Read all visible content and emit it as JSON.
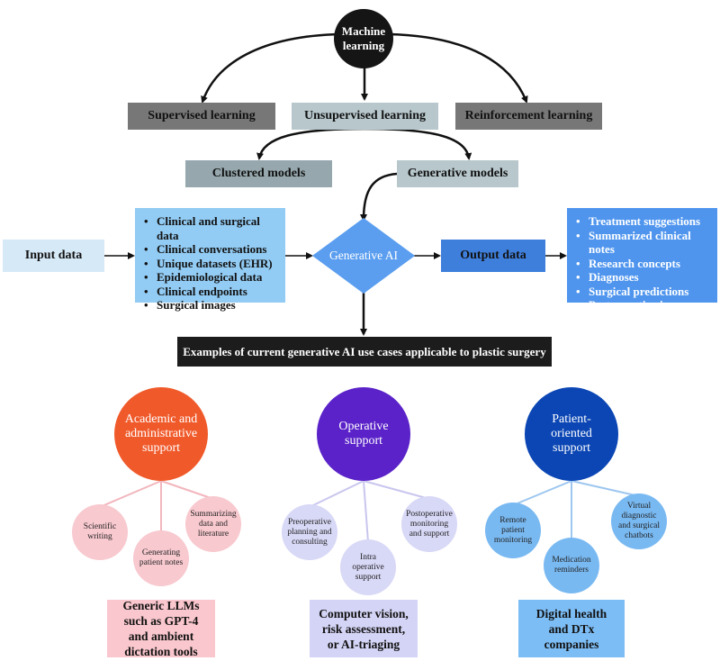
{
  "root": {
    "label": "Machine learning"
  },
  "types": {
    "supervised": "Supervised learning",
    "unsupervised": "Unsupervised learning",
    "reinforcement": "Reinforcement learning"
  },
  "models": {
    "clustered": "Clustered models",
    "generative": "Generative models"
  },
  "flow": {
    "input_label": "Input data",
    "input_items": [
      "Clinical and surgical data",
      "Clinical conversations",
      "Unique datasets (EHR)",
      "Epidemiological data",
      "Clinical endpoints",
      "Surgical images"
    ],
    "center_label": "Generative AI",
    "output_label": "Output data",
    "output_items": [
      "Treatment suggestions",
      "Summarized clinical notes",
      "Research concepts",
      "Diagnoses",
      "Surgical predictions",
      "Postoperative images"
    ]
  },
  "banner": "Examples of current generative AI use cases applicable to plastic surgery",
  "groups": [
    {
      "title": "Academic and administrative support",
      "color": "#f05a2b",
      "sub_color": "#f8c9cf",
      "line_color": "#f2b6bd",
      "subs": [
        "Scientific writing",
        "Generating patient notes",
        "Summarizing data and literature"
      ],
      "card": "Generic LLMs such as GPT-4 and ambient dictation tools",
      "card_color": "#f9c7cd"
    },
    {
      "title": "Operative support",
      "color": "#5a22c8",
      "sub_color": "#d8d8f7",
      "line_color": "#c9c6ee",
      "subs": [
        "Preoperative planning and consulting",
        "Intra operative support",
        "Postoperative monitoring and support"
      ],
      "card": "Computer vision, risk assessment, or AI-triaging",
      "card_color": "#d4d4f6"
    },
    {
      "title": "Patient-oriented support",
      "color": "#0b46b4",
      "sub_color": "#79b9f2",
      "line_color": "#9cc6ef",
      "subs": [
        "Remote patient monitoring",
        "Medication reminders",
        "Virtual diagnostic and surgical chatbots"
      ],
      "card": "Digital health and DTx companies",
      "card_color": "#7dbdf5"
    }
  ]
}
